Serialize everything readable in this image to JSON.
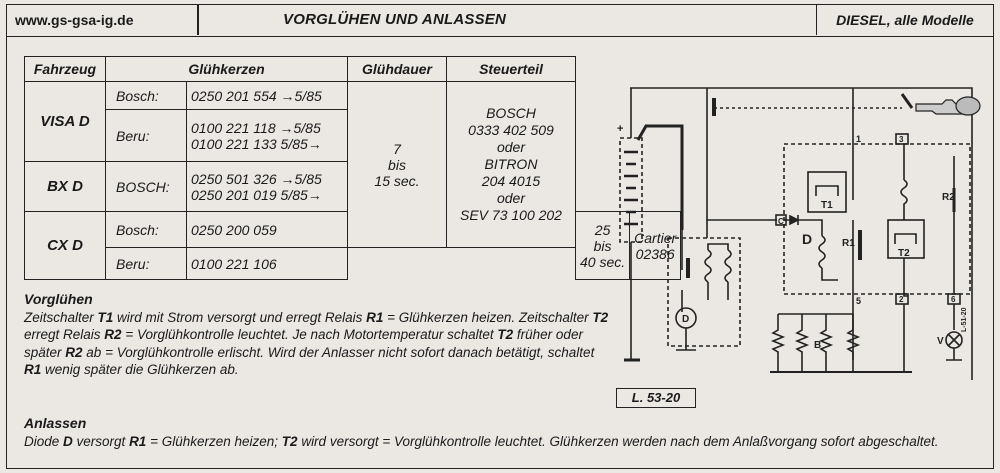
{
  "header": {
    "website": "www.gs-gsa-ig.de",
    "title": "VORGLÜHEN UND ANLASSEN",
    "scope": "DIESEL, alle Modelle"
  },
  "table": {
    "headers": [
      "Fahrzeug",
      "Glühkerzen",
      "Glühdauer",
      "Steuerteil"
    ],
    "rows": [
      {
        "model": "VISA D",
        "mfr": "Bosch:",
        "parts": [
          "0250 201 554 →5/85"
        ]
      },
      {
        "model": "",
        "mfr": "Beru:",
        "parts": [
          "0100 221 118 →5/85",
          "0100 221 133 5/85→"
        ]
      },
      {
        "model": "BX D",
        "mfr": "BOSCH:",
        "parts": [
          "0250 501 326 →5/85",
          "0250 201 019 5/85→"
        ]
      },
      {
        "model": "CX D",
        "mfr": "Bosch:",
        "parts": [
          "0250 200 059"
        ]
      },
      {
        "model": "",
        "mfr": "Beru:",
        "parts": [
          "0100 221 106"
        ]
      }
    ],
    "duration_1": [
      "7",
      "bis",
      "15 sec."
    ],
    "duration_2": [
      "25",
      "bis",
      "40 sec."
    ],
    "controller_1": [
      "BOSCH",
      "0333 402 509",
      "oder",
      "BITRON",
      "204 4015",
      "oder",
      "SEV 73 100 202"
    ],
    "controller_2": [
      "Cartier",
      "02386"
    ]
  },
  "vorgluehen": {
    "title": "Vorglühen",
    "text_parts": [
      "Zeitschalter ",
      "T1",
      " wird mit Strom versorgt und erregt Relais ",
      "R1",
      " = Glühkerzen heizen. Zeitschalter ",
      "T2",
      " erregt Relais ",
      "R2",
      " = Vorglühkontrolle leuchtet. Je nach Motortemperatur schaltet ",
      "T2",
      " früher oder später ",
      "R2",
      " ab = Vorglühkontrolle erlischt. Wird der Anlasser nicht sofort danach betätigt, schaltet ",
      "R1",
      " wenig später die Glühkerzen ab."
    ]
  },
  "anlassen": {
    "title": "Anlassen",
    "text_parts": [
      "Diode ",
      "D",
      " versorgt ",
      "R1",
      " = Glühkerzen heizen; ",
      "T2",
      " wird versorgt = Vorglühkontrolle leuchtet. Glühkerzen werden nach dem Anlaßvorgang sofort abgeschaltet."
    ]
  },
  "diagram": {
    "label": "L. 53-20",
    "labels": {
      "t1": "T1",
      "t2": "T2",
      "r1": "R1",
      "r2": "R2",
      "d": "D",
      "motor": "D",
      "b": "B",
      "v": "V",
      "c": "C",
      "n1": "1",
      "n2": "2",
      "n3": "3",
      "n5": "5",
      "n6": "6",
      "l5120": "L-51-20",
      "plus": "+"
    }
  }
}
